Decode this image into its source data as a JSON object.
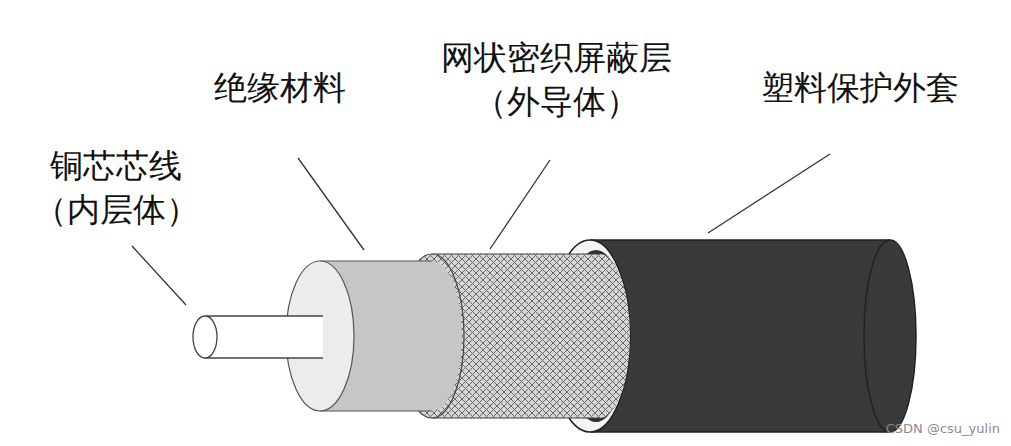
{
  "diagram": {
    "labels": [
      "铜芯芯线 （内层体）",
      "绝缘材料",
      "网状密织屏蔽层 （外导体）",
      "塑料保护外套",
      "CSDN @csu_yulin"
    ]
  }
}
